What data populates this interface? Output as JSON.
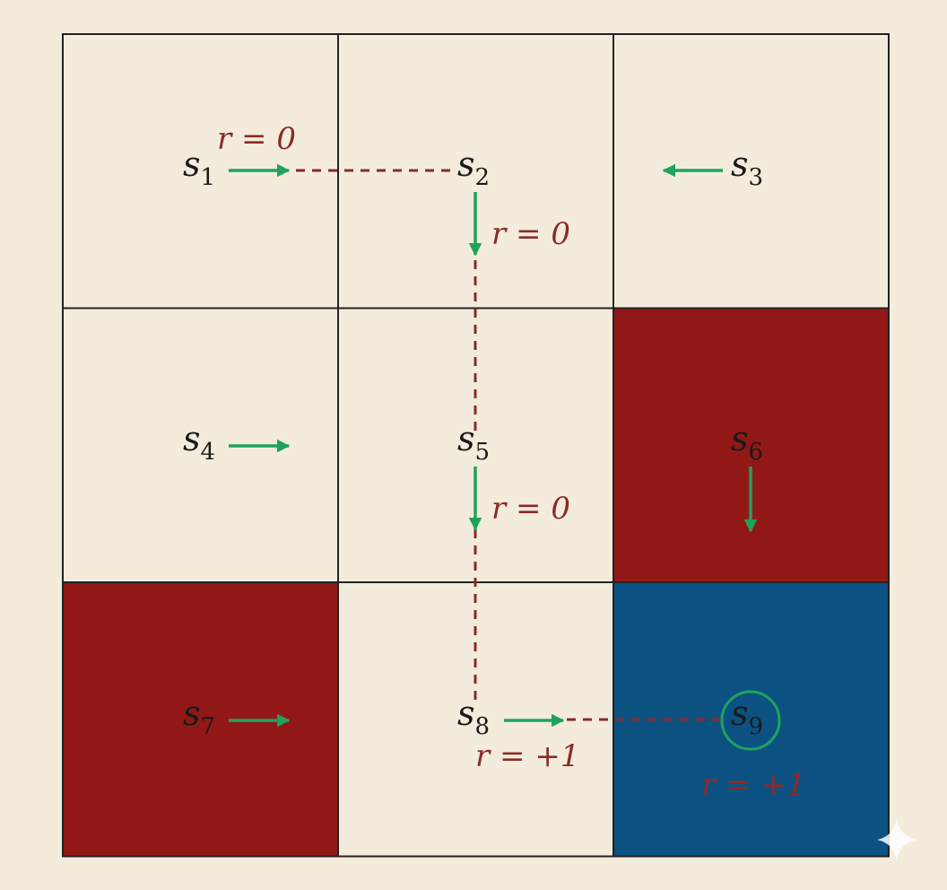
{
  "grid": {
    "rows": 3,
    "cols": 3,
    "cells": [
      {
        "state": "s",
        "sub": "1",
        "color": "#f3ecdc"
      },
      {
        "state": "s",
        "sub": "2",
        "color": "#f3ecdc"
      },
      {
        "state": "s",
        "sub": "3",
        "color": "#f3ecdc"
      },
      {
        "state": "s",
        "sub": "4",
        "color": "#f3ecdc"
      },
      {
        "state": "s",
        "sub": "5",
        "color": "#f3ecdc"
      },
      {
        "state": "s",
        "sub": "6",
        "color": "#921818"
      },
      {
        "state": "s",
        "sub": "7",
        "color": "#921818"
      },
      {
        "state": "s",
        "sub": "8",
        "color": "#f3ecdc"
      },
      {
        "state": "s",
        "sub": "9",
        "color": "#0b5282"
      }
    ]
  },
  "policy_actions": [
    {
      "cell": 1,
      "dir": "right"
    },
    {
      "cell": 2,
      "dir": "down"
    },
    {
      "cell": 3,
      "dir": "left"
    },
    {
      "cell": 4,
      "dir": "right"
    },
    {
      "cell": 5,
      "dir": "down"
    },
    {
      "cell": 6,
      "dir": "down"
    },
    {
      "cell": 7,
      "dir": "right"
    },
    {
      "cell": 8,
      "dir": "right"
    }
  ],
  "trajectory": [
    "s1",
    "s2",
    "s5",
    "s8",
    "s9"
  ],
  "target_state": 9,
  "rewards": [
    {
      "id": "r-s1",
      "text": "r = 0"
    },
    {
      "id": "r-s2",
      "text": "r = 0"
    },
    {
      "id": "r-s5",
      "text": "r = 0"
    },
    {
      "id": "r-s8",
      "text": "r = +1"
    },
    {
      "id": "r-s9",
      "text": "r = +1"
    }
  ],
  "colors": {
    "background": "#f3ecdc",
    "forbidden": "#921818",
    "target": "#0b5282",
    "arrow": "#1fa35c",
    "path": "#8b2a2a",
    "grid_line": "#222222"
  },
  "icons": {
    "corner": "sparkle-icon"
  }
}
